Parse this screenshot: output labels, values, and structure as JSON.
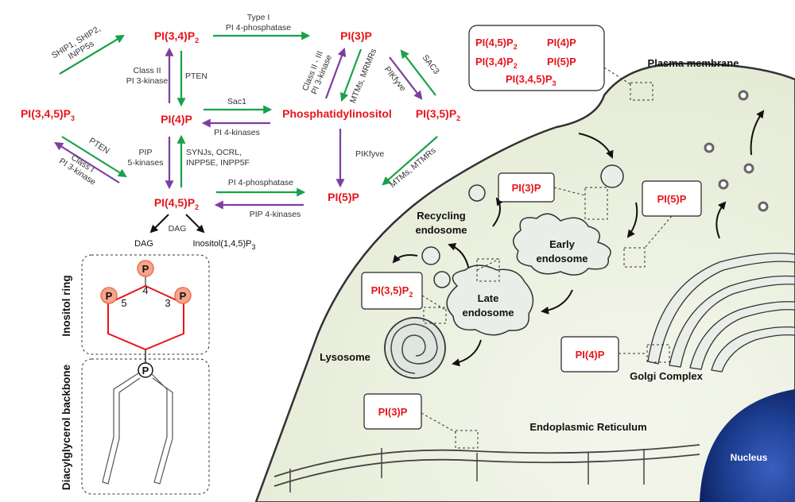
{
  "pathway": {
    "pi34p2": "PI(3,4)P",
    "pi3p": "PI(3)P",
    "pi345p3": "PI(3,4,5)P",
    "pi4p": "PI(4)P",
    "ptdins": "Phosphatidylinositol",
    "pi35p2": "PI(3,5)P",
    "pi45p2": "PI(4,5)P",
    "pi5p": "PI(5)P",
    "dag": "DAG",
    "inositol": "Inositol(1,4,5)P",
    "sub2": "2",
    "sub3": "3"
  },
  "enzymes": {
    "ship": [
      "SHIP1, SHIP2,",
      "INPP5s"
    ],
    "type1": [
      "Type I",
      "PI 4-phosphatase"
    ],
    "class2": [
      "Class II",
      "PI 3-kinase"
    ],
    "pten": "PTEN",
    "class23": [
      "Class II - III",
      "PI 3-kinase"
    ],
    "mtms": "MTMs, MRMRs",
    "pikfyve": "PIKfyve",
    "sac3": "SAC3",
    "sac1": "Sac1",
    "pi4k": "PI 4-kinases",
    "pten2": "PTEN",
    "class1": [
      "Class I",
      "PI 3-kinase"
    ],
    "pip5k": [
      "PIP",
      "5-kinases"
    ],
    "synjs": [
      "SYNJs, OCRL,",
      "INPP5E, INPP5F"
    ],
    "pikfyve2": "PIKfyve",
    "mtms2": "MTMs, MTMRs",
    "pi4ph": "PI 4-phosphatase",
    "pip4k": "PIP 4-kinases",
    "dag": "DAG"
  },
  "structure": {
    "inositol_label": "Inositol ring",
    "dag_label": "Diacylglycerol backbone",
    "p": "P",
    "n4": "4",
    "n5": "5",
    "n3": "3"
  },
  "cell": {
    "membrane_box": {
      "r1a": "PI(4,5)P",
      "r1b": "PI(4)P",
      "r2a": "PI(3,4)P",
      "r2b": "PI(5)P",
      "r3": "PI(3,4,5)P"
    },
    "plasma_membrane": "Plasma membrane",
    "recycling": [
      "Recycling",
      "endosome"
    ],
    "early": [
      "Early",
      "endosome"
    ],
    "late": [
      "Late",
      "endosome"
    ],
    "lysosome": "Lysosome",
    "golgi": "Golgi Complex",
    "er": "Endoplasmic Reticulum",
    "nucleus": "Nucleus",
    "box_pi3p": "PI(3)P",
    "box_pi5p": "PI(5)P",
    "box_pi35p2": "PI(3,5)P",
    "box_pi4p": "PI(4)P",
    "box_pi3p_er": "PI(3)P"
  },
  "colors": {
    "lipid": "#e8141b",
    "kinase_arrow": "#1aa14a",
    "phosphatase_arrow": "#7b3fa0",
    "cytoplasm": "#eef2e4",
    "nucleus": "#1c3d8f"
  }
}
